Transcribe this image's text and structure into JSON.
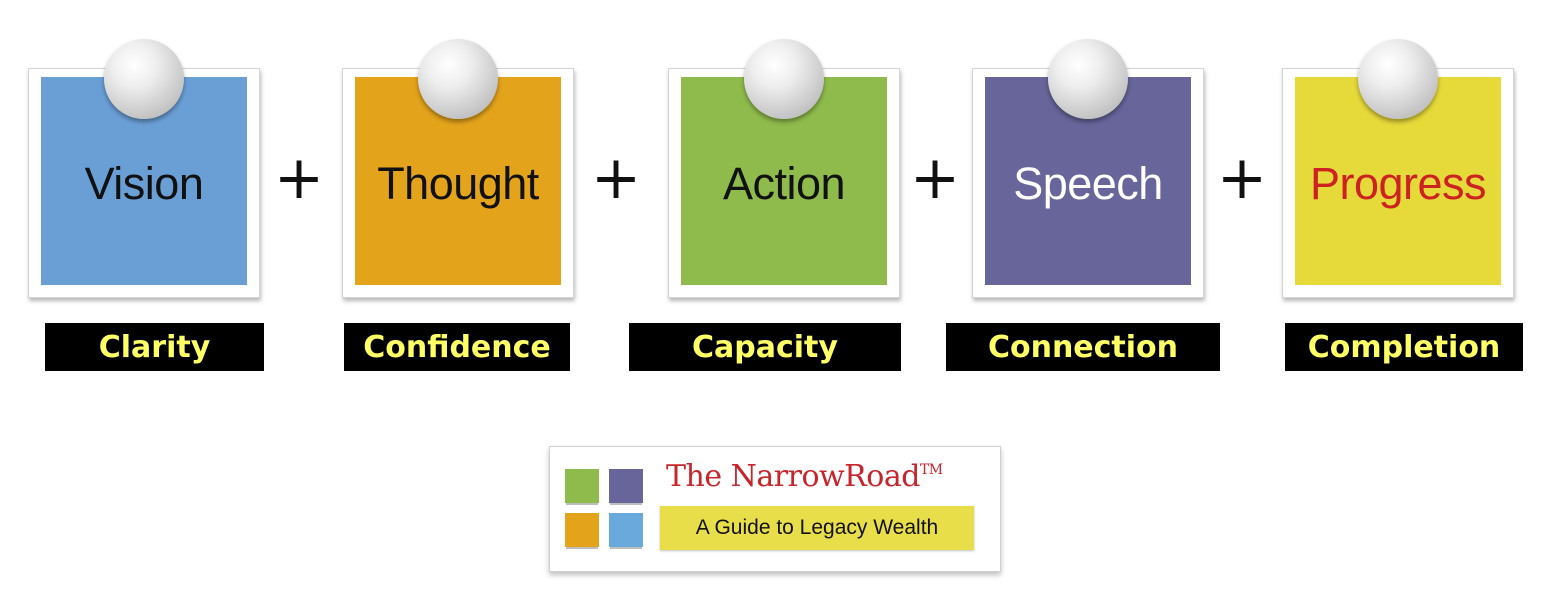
{
  "notes": [
    {
      "word": "Vision",
      "bg": "#6a9fd6",
      "text_color": "#111111"
    },
    {
      "word": "Thought",
      "bg": "#e3a31b",
      "text_color": "#111111"
    },
    {
      "word": "Action",
      "bg": "#8fbb4c",
      "text_color": "#111111"
    },
    {
      "word": "Speech",
      "bg": "#67659a",
      "text_color": "#ffffff"
    },
    {
      "word": "Progress",
      "bg": "#e6d93a",
      "text_color": "#cc2222"
    }
  ],
  "operators": [
    "+",
    "+",
    "+",
    "+"
  ],
  "labels": [
    "Clarity",
    "Confidence",
    "Capacity",
    "Connection",
    "Completion"
  ],
  "logo": {
    "title": "The NarrowRoad",
    "trademark": "TM",
    "tagline": "A Guide to Legacy Wealth",
    "book_colors": [
      "#8fbb4c",
      "#67659a",
      "#e3a31b",
      "#6aa9dc"
    ]
  }
}
